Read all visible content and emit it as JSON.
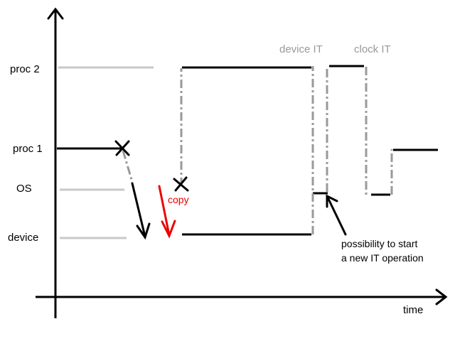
{
  "labels": {
    "proc2": "proc 2",
    "proc1": "proc 1",
    "os": "OS",
    "device": "device",
    "time": "time",
    "device_it": "device IT",
    "clock_it": "clock IT",
    "copy": "copy",
    "note_line1": "possibility to start",
    "note_line2": "a new IT operation"
  },
  "colors": {
    "line": "#000000",
    "idle": "#c8c8c8",
    "dashed": "#999999",
    "copy": "#ee0000",
    "header": "#999999"
  }
}
